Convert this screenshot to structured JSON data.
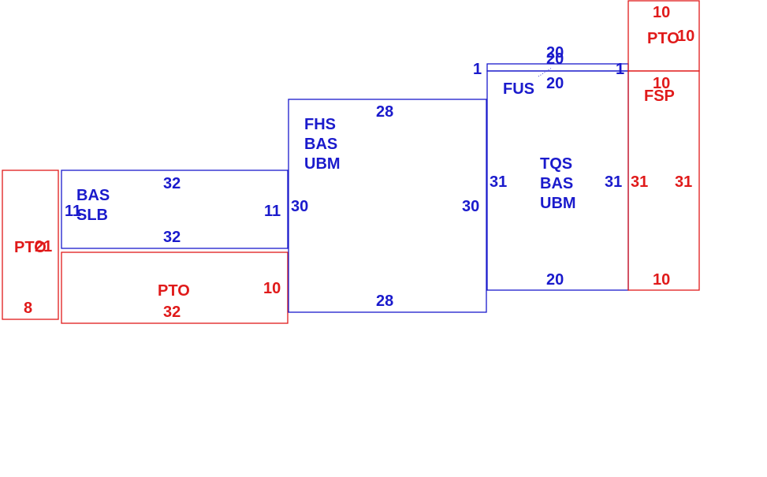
{
  "colors": {
    "blue": "#1a1acc",
    "red": "#e01a1a"
  },
  "pto_left": {
    "label": "PTO",
    "top": "21",
    "bottom": "8"
  },
  "bas_slb": {
    "line1": "BAS",
    "line2": "SLB",
    "top": "32",
    "bottom": "32",
    "left": "11",
    "right": "11"
  },
  "pto_bottom": {
    "label": "PTO",
    "value": "32",
    "right": "10"
  },
  "fhs": {
    "line1": "FHS",
    "line2": "BAS",
    "line3": "UBM",
    "top": "28",
    "bottom": "28",
    "left": "30",
    "right": "30"
  },
  "fus": {
    "label": "FUS",
    "top1": "20",
    "top2": "20",
    "below": "20",
    "left": "1",
    "right": "1"
  },
  "tqs": {
    "line1": "TQS",
    "line2": "BAS",
    "line3": "UBM",
    "left": "31",
    "right": "31",
    "bottom": "20"
  },
  "pto_top": {
    "label": "PTO",
    "top": "10",
    "right": "10"
  },
  "fsp": {
    "label": "FSP",
    "top": "10",
    "left": "31",
    "right": "31",
    "bottom": "10"
  }
}
